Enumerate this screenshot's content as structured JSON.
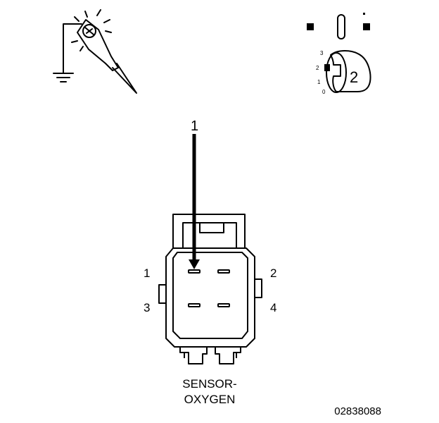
{
  "diagram": {
    "callout_number": "1",
    "pin_labels": {
      "pin1": "1",
      "pin2": "2",
      "pin3": "3",
      "pin4": "4"
    },
    "connector_name_line1": "SENSOR-",
    "connector_name_line2": "OXYGEN",
    "figure_number": "02838088",
    "ignition_switch": {
      "selected_position": "2",
      "positions": [
        "3",
        "2",
        "1",
        "0"
      ]
    },
    "icons": [
      "test-light-probe-icon",
      "ground-symbol-icon",
      "ignition-key-icon"
    ],
    "colors": {
      "line": "#000000",
      "background": "#ffffff"
    }
  }
}
